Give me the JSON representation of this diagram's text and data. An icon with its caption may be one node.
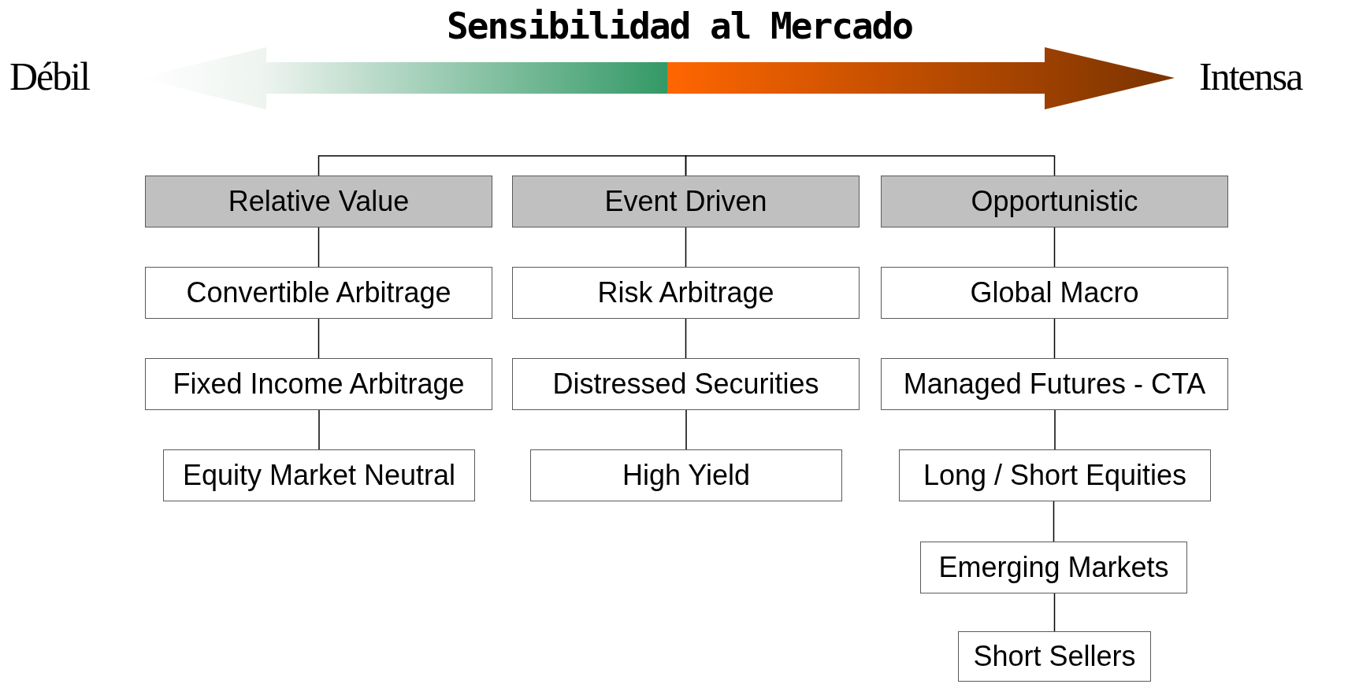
{
  "diagram": {
    "title": "Sensibilidad al Mercado",
    "nodes": [
      {
        "text": [
          "Relative Value"
        ]
      },
      {
        "text": [
          "Event Driven"
        ]
      },
      {
        "text": [
          "Opportunistic"
        ]
      },
      {
        "text": [
          "Convertible Arbitrage"
        ]
      },
      {
        "text": [
          "Risk Arbitrage"
        ]
      },
      {
        "text": [
          "Global Macro"
        ]
      },
      {
        "text": [
          "Fixed Income Arbitrage"
        ]
      },
      {
        "text": [
          "Distressed Securities"
        ]
      },
      {
        "text": [
          "Managed Futures - CTA"
        ]
      },
      {
        "text": [
          "Equity Market Neutral"
        ]
      },
      {
        "text": [
          "High Yield"
        ]
      },
      {
        "text": [
          "Long / Short Equities"
        ]
      },
      {
        "text": [
          "Emerging Markets"
        ]
      },
      {
        "text": [
          "Short Sellers"
        ]
      }
    ],
    "edges": [
      {
        "from": 1,
        "to": 0,
        "arrow": "none"
      },
      {
        "from": 1,
        "to": 2,
        "arrow": "none"
      },
      {
        "from": 0,
        "to": 3,
        "arrow": "none"
      },
      {
        "from": 3,
        "to": 6,
        "arrow": "none"
      },
      {
        "from": 6,
        "to": 9,
        "arrow": "none"
      },
      {
        "from": 1,
        "to": 4,
        "arrow": "none"
      },
      {
        "from": 4,
        "to": 7,
        "arrow": "none"
      },
      {
        "from": 7,
        "to": 10,
        "arrow": "none"
      },
      {
        "from": 2,
        "to": 5,
        "arrow": "none"
      },
      {
        "from": 5,
        "to": 8,
        "arrow": "none"
      },
      {
        "from": 8,
        "to": 11,
        "arrow": "none"
      },
      {
        "from": 11,
        "to": 12,
        "arrow": "none"
      },
      {
        "from": 12,
        "to": 13,
        "arrow": "none"
      }
    ],
    "labels": [
      "Débil",
      "Intensa"
    ]
  }
}
